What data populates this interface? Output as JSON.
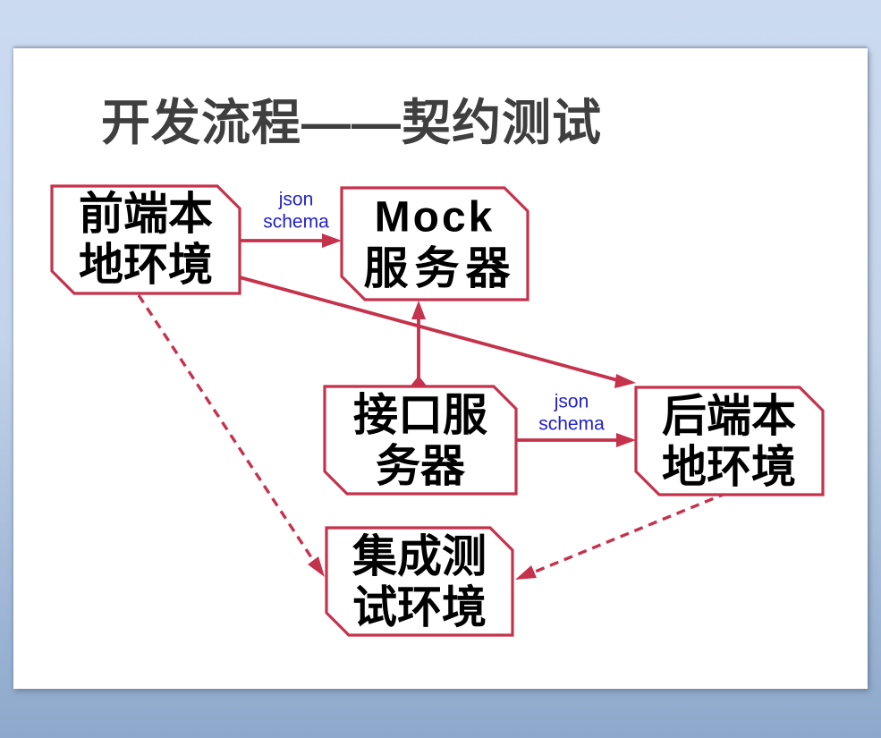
{
  "slide": {
    "title": "开发流程——契约测试"
  },
  "colors": {
    "accent-red": "#c5324b",
    "label-blue": "#2121cc",
    "title-gray": "#3f3f3f",
    "node-text": "#000000",
    "slide-bg": "#ffffff",
    "bg-top": "#cbdaf0",
    "bg-bottom": "#8da8cb"
  },
  "diagram": {
    "nodes": {
      "frontend": {
        "label": "前端本地环境",
        "line1": "前端本",
        "line2": "地环境"
      },
      "mock": {
        "label": "Mock 服务器",
        "line1": "Mock",
        "line2": "服务器"
      },
      "api": {
        "label": "接口服务器",
        "line1": "接口服",
        "line2": "务器"
      },
      "backend": {
        "label": "后端本地环境",
        "line1": "后端本",
        "line2": "地环境"
      },
      "integration": {
        "label": "集成测试环境",
        "line1": "集成测",
        "line2": "试环境"
      }
    },
    "labels": {
      "frontend_mock": {
        "line1": "json",
        "line2": "schema"
      },
      "api_backend": {
        "line1": "json",
        "line2": "schema"
      }
    },
    "edges": [
      {
        "id": "frontend_to_mock",
        "from": "前端本地环境",
        "to": "Mock 服务器",
        "style": "solid",
        "arrow": "to",
        "label": "json schema"
      },
      {
        "id": "api_to_mock",
        "from": "接口服务器",
        "to": "Mock 服务器",
        "style": "solid",
        "arrow": "to",
        "tail": "diamond"
      },
      {
        "id": "frontend_to_backend",
        "from": "前端本地环境",
        "to": "后端本地环境",
        "style": "solid",
        "arrow": "to"
      },
      {
        "id": "api_to_backend",
        "from": "接口服务器",
        "to": "后端本地环境",
        "style": "solid",
        "arrow": "to",
        "label": "json schema"
      },
      {
        "id": "frontend_to_integration",
        "from": "前端本地环境",
        "to": "集成测试环境",
        "style": "dashed",
        "arrow": "to"
      },
      {
        "id": "backend_to_integration",
        "from": "后端本地环境",
        "to": "集成测试环境",
        "style": "dashed",
        "arrow": "to"
      }
    ]
  }
}
